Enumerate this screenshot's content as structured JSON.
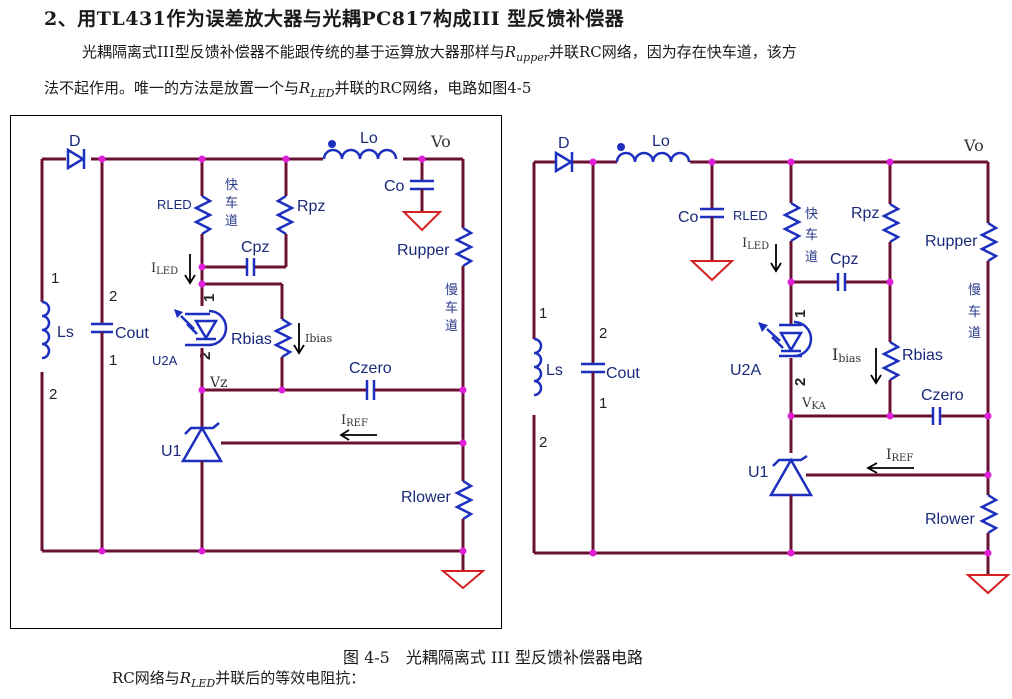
{
  "document": {
    "heading": "2、用TL431作为误差放大器与光耦PC817构成III 型反馈补偿器",
    "paragraph1": {
      "before": "光耦隔离式III型反馈补偿器不能跟传统的基于运算放大器那样与",
      "var_main": "R",
      "var_sub": "upper",
      "after": "并联RC网络，因为存在快车道，该方"
    },
    "paragraph2": {
      "before": "法不起作用。唯一的方法是放置一个与",
      "var_main": "R",
      "var_sub": "LED",
      "after": "并联的RC网络，电路如图4-5"
    },
    "figure_caption": "图 4-5　光耦隔离式 III 型反馈补偿器电路",
    "paragraph3": {
      "before": "RC网络与",
      "var_main": "R",
      "var_sub": "LED",
      "after": "并联后的等效电阻抗："
    }
  },
  "schematic_left": {
    "labels": {
      "diode": "D",
      "inductor_out": "Lo",
      "vout": "Vo",
      "co": "Co",
      "rled": "RLED",
      "fast_lane": [
        "快",
        "车",
        "道"
      ],
      "rpz": "Rpz",
      "cpz": "Cpz",
      "iled_main": "I",
      "iled_sub": "LED",
      "rupper": "Rupper",
      "slow_lane": [
        "慢",
        "车",
        "道"
      ],
      "ls": "Ls",
      "ls_pin1": "1",
      "ls_pin2": "2",
      "cout": "Cout",
      "cout_pin2": "2",
      "cout_pin1": "1",
      "opto_pin1": "1",
      "opto_pin2": "2",
      "opto": "U2A",
      "rbias": "Rbias",
      "ibias": "Ibias",
      "vz": "Vz",
      "czero": "Czero",
      "iref_main": "I",
      "iref_sub": "REF",
      "u1": "U1",
      "rlower": "Rlower"
    }
  },
  "schematic_right": {
    "labels": {
      "diode": "D",
      "inductor_out": "Lo",
      "vout": "Vo",
      "co": "Co",
      "rled": "RLED",
      "fast_lane": [
        "快",
        "车",
        "道"
      ],
      "rpz": "Rpz",
      "cpz": "Cpz",
      "iled_main": "I",
      "iled_sub": "LED",
      "rupper": "Rupper",
      "slow_lane": [
        "慢",
        "车",
        "道"
      ],
      "ls": "Ls",
      "ls_pin1": "1",
      "ls_pin2": "2",
      "cout": "Cout",
      "cout_pin2": "2",
      "cout_pin1": "1",
      "opto_pin1": "1",
      "opto_pin2": "2",
      "opto": "U2A",
      "rbias": "Rbias",
      "ibias_main": "I",
      "ibias_sub": "bias",
      "vka_main": "V",
      "vka_sub": "KA",
      "czero": "Czero",
      "iref_main": "I",
      "iref_sub": "REF",
      "u1": "U1",
      "rlower": "Rlower"
    }
  }
}
